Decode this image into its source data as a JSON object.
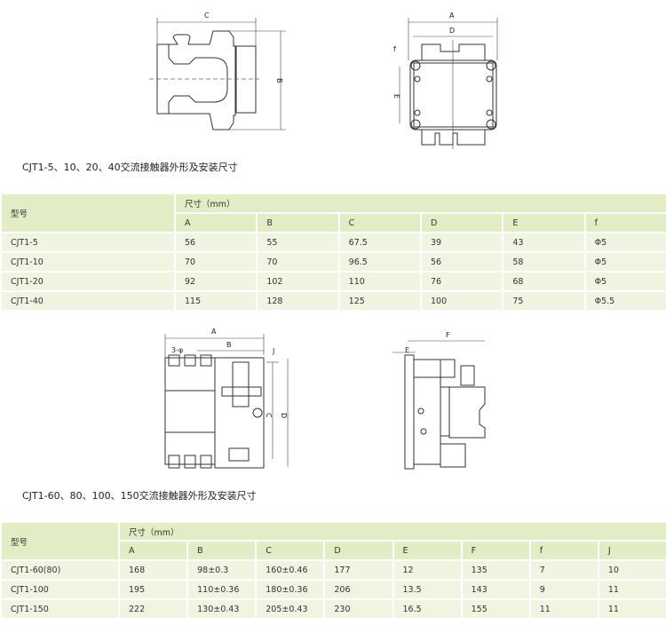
{
  "section1": {
    "diagram_labels": {
      "C": "C",
      "B": "B",
      "A": "A",
      "D": "D",
      "E": "E",
      "f": "f"
    },
    "title": "CJT1-5、10、20、40交流接触器外形及安装尺寸",
    "table": {
      "model_header": "型号",
      "dims_header": "尺寸（mm）",
      "columns": [
        "A",
        "B",
        "C",
        "D",
        "E",
        "f"
      ],
      "rows": [
        {
          "model": "CJT1-5",
          "values": [
            "56",
            "55",
            "67.5",
            "39",
            "43",
            "Φ5"
          ]
        },
        {
          "model": "CJT1-10",
          "values": [
            "70",
            "70",
            "96.5",
            "56",
            "58",
            "Φ5"
          ]
        },
        {
          "model": "CJT1-20",
          "values": [
            "92",
            "102",
            "110",
            "76",
            "68",
            "Φ5"
          ]
        },
        {
          "model": "CJT1-40",
          "values": [
            "115",
            "128",
            "125",
            "100",
            "75",
            "Φ5.5"
          ]
        }
      ]
    }
  },
  "section2": {
    "diagram_labels": {
      "A": "A",
      "B": "B",
      "hole": "3-φ",
      "J": "J",
      "C": "C",
      "D": "D",
      "F": "F",
      "E": "E"
    },
    "title": "CJT1-60、80、100、150交流接触器外形及安装尺寸",
    "table": {
      "model_header": "型号",
      "dims_header": "尺寸（mm）",
      "columns": [
        "A",
        "B",
        "C",
        "D",
        "E",
        "F",
        "f",
        "J"
      ],
      "rows": [
        {
          "model": "CJT1-60(80)",
          "values": [
            "168",
            "98±0.3",
            "160±0.46",
            "177",
            "12",
            "135",
            "7",
            "10"
          ]
        },
        {
          "model": "CJT1-100",
          "values": [
            "195",
            "110±0.36",
            "180±0.36",
            "206",
            "13.5",
            "143",
            "9",
            "11"
          ]
        },
        {
          "model": "CJT1-150",
          "values": [
            "222",
            "130±0.43",
            "205±0.43",
            "230",
            "16.5",
            "155",
            "11",
            "11"
          ]
        }
      ]
    }
  },
  "colors": {
    "header_bg": "#e3edc5",
    "row_bg": "#eff5e0"
  }
}
